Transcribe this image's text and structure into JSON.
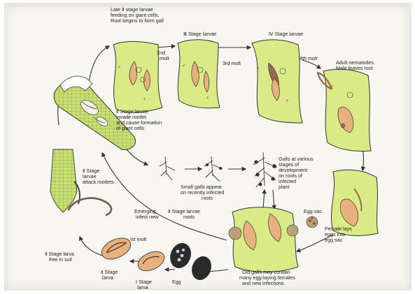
{
  "figure": {
    "page_number": "",
    "colors": {
      "leaf": "#d9ea86",
      "leaf_stroke": "#333333",
      "female": "#e7b17d",
      "larva": "#9a6a4f",
      "root_tip": "#c8df74",
      "egg_dark": "#2a2a2a",
      "arrow": "#333333",
      "background": "#f7f6f1"
    },
    "labels": {
      "late_stage": [
        "Late Ⅱ stage larvae",
        "feeding on giant cells.",
        "Root begins to form gall"
      ],
      "stage3": "Ⅲ Stage larvae",
      "stage4": "Ⅳ Stage larvae",
      "molt2": "2nd\nmolt",
      "molt3": "3rd molt",
      "molt4": "4th molt",
      "adult": [
        "Adult nematodes.",
        "Male leaves root"
      ],
      "invade": [
        "Ⅱ Stage larvae",
        "invade rootlet",
        "and cause formation",
        "of giant cells"
      ],
      "attack": [
        "Ⅱ Stage",
        "larvae",
        "attack rootlets"
      ],
      "small_galls": [
        "Small galls appear",
        "on recently infected",
        "roots"
      ],
      "galls_various": [
        "Galls at various",
        "stages of",
        "development",
        "on roots of",
        "infected",
        "plant"
      ],
      "emerging": [
        "Emerging",
        "infect new"
      ],
      "stage2_roots": [
        "Ⅱ Stage larvae",
        "roots"
      ],
      "egg_sac": "Egg sac",
      "female_lays": [
        "Female lays",
        "eggs into",
        "egg sac"
      ],
      "old_galls": [
        "Old galls may contain",
        "many egg-laying females",
        "and new infections"
      ],
      "free_soil": [
        "Ⅱ Stage larva",
        "free in soil"
      ],
      "first_molt": "Ist molt",
      "stage2_larva": [
        "Ⅱ Stage",
        "larva"
      ],
      "stage1_larva": [
        "Ⅰ Stage",
        "larva"
      ],
      "egg": "Egg",
      "male_symbol": "♂",
      "female_symbol": "♀"
    }
  }
}
